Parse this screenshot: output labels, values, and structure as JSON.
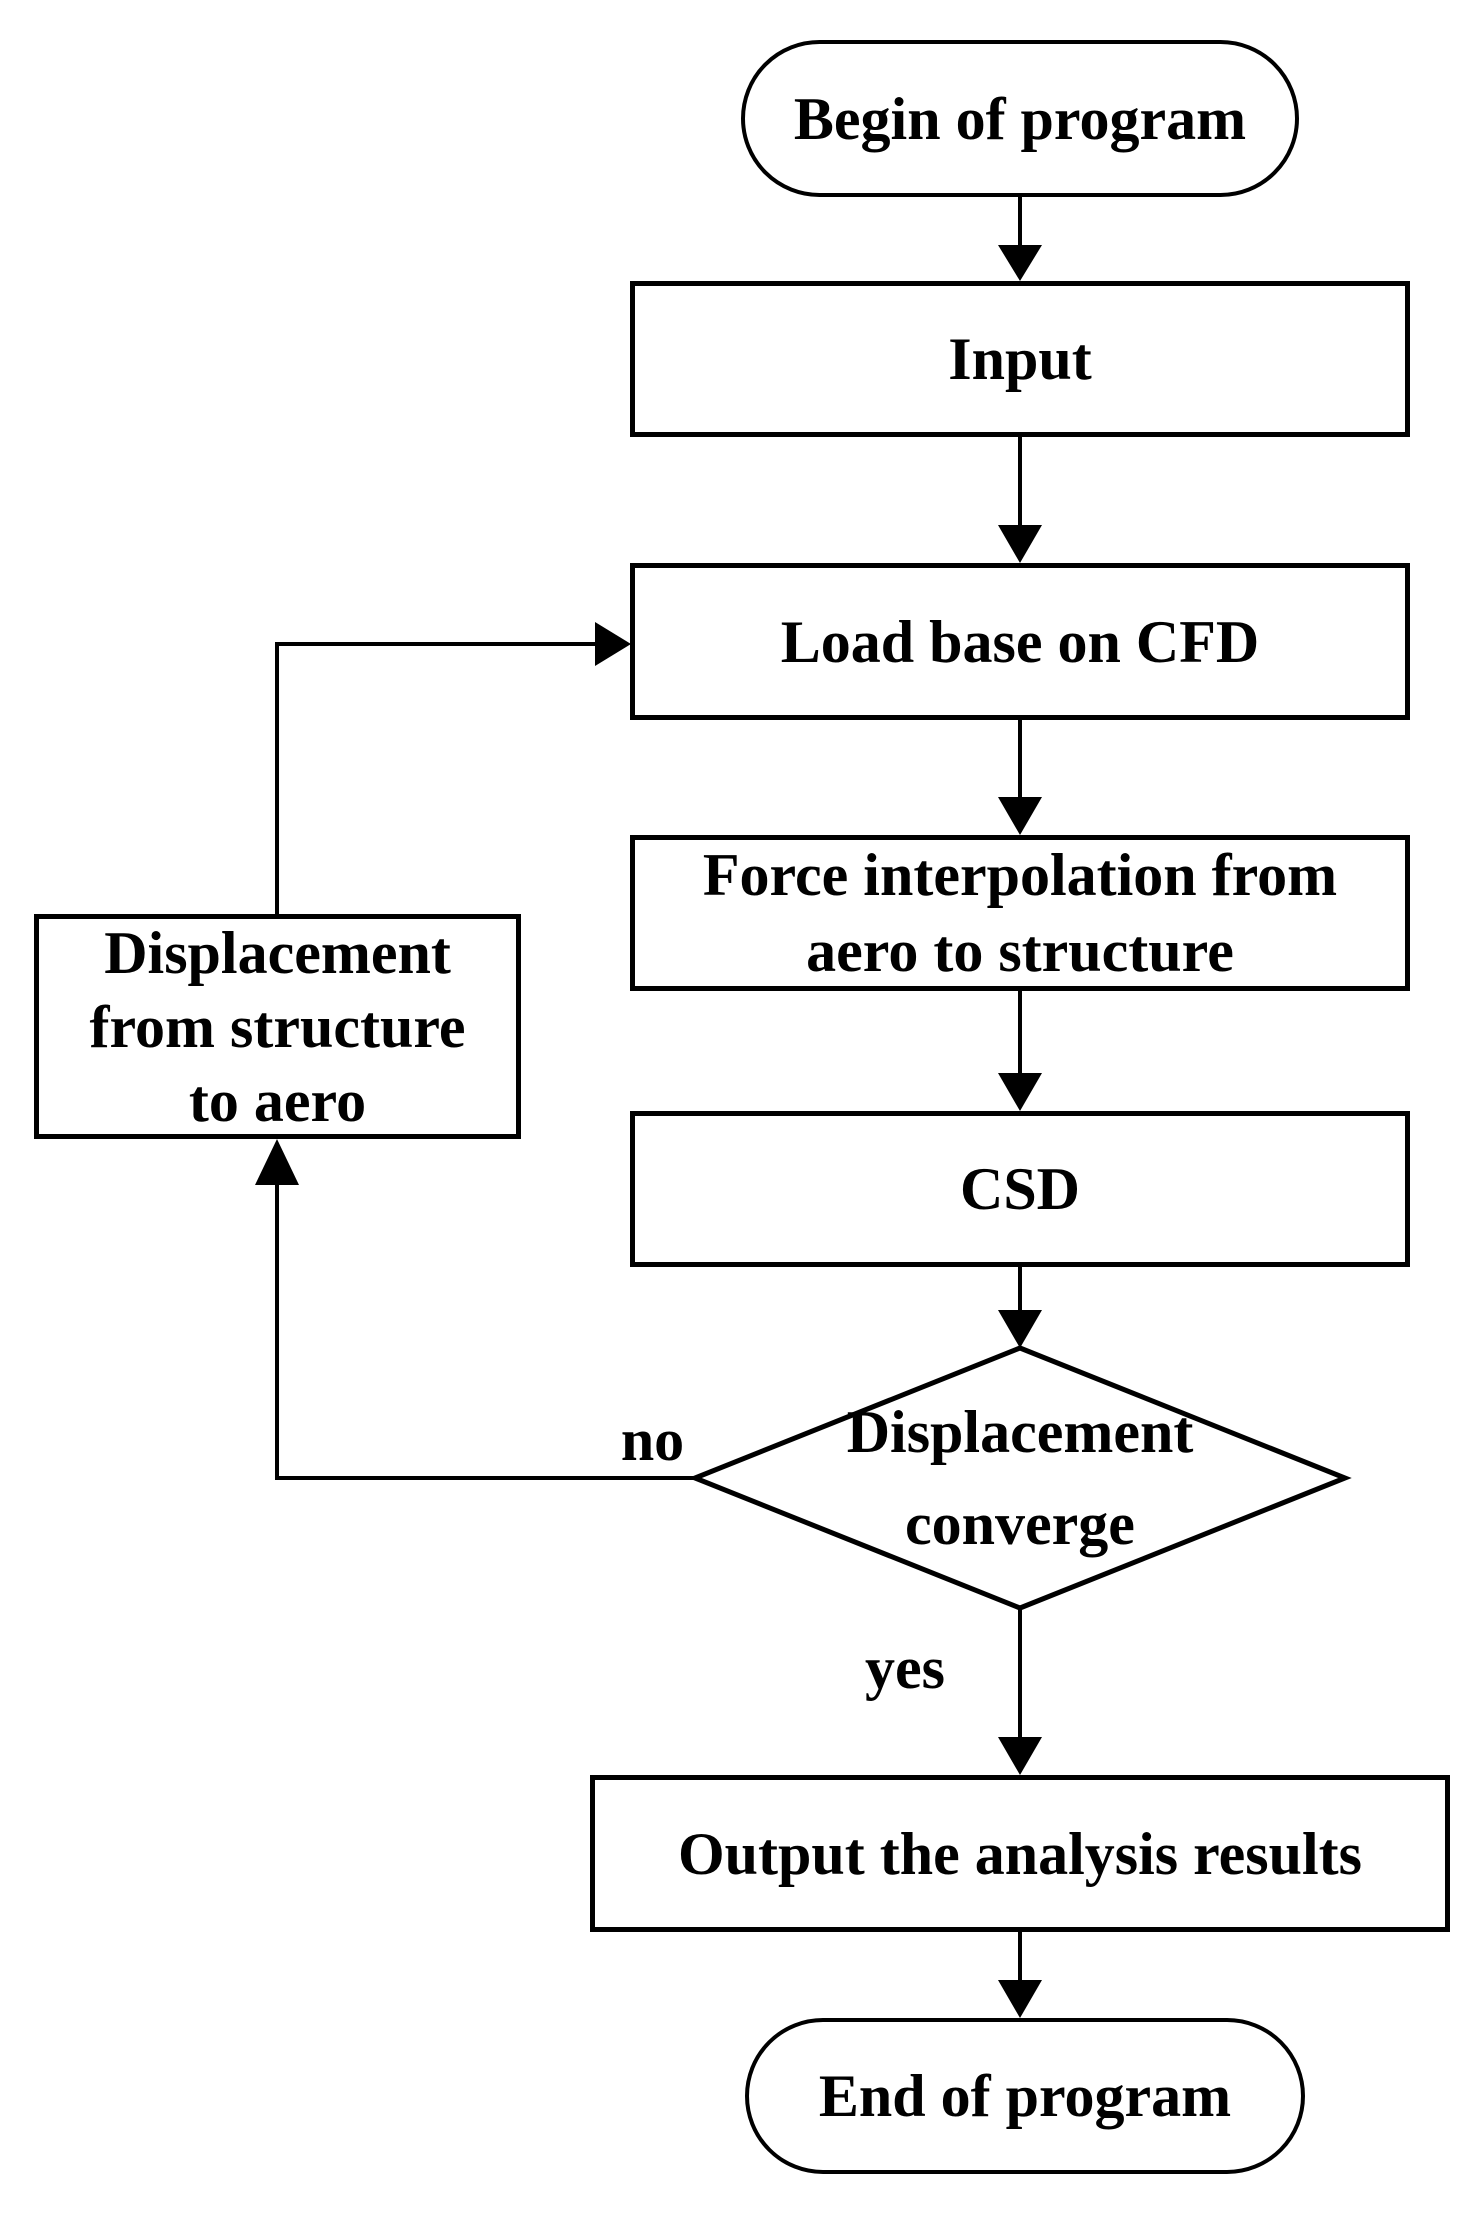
{
  "figure": {
    "type": "flowchart",
    "colors": {
      "background": "#ffffff",
      "stroke": "#000000",
      "text": "#000000",
      "node_fill": "#ffffff"
    },
    "nodes": {
      "begin": {
        "shape": "terminator",
        "label": "Begin of program"
      },
      "input": {
        "shape": "process",
        "label": "Input"
      },
      "load_cfd": {
        "shape": "process",
        "label": "Load base on CFD"
      },
      "force_interp": {
        "shape": "process",
        "lines": [
          "Force interpolation from",
          "aero to structure"
        ]
      },
      "csd": {
        "shape": "process",
        "label": "CSD"
      },
      "converge": {
        "shape": "decision",
        "lines": [
          "Displacement",
          "converge"
        ]
      },
      "disp_transfer": {
        "shape": "process",
        "lines": [
          "Displacement",
          "from structure",
          "to aero"
        ]
      },
      "output": {
        "shape": "process",
        "label": "Output the analysis results"
      },
      "end": {
        "shape": "terminator",
        "label": "End of program"
      }
    },
    "edge_labels": {
      "no": "no",
      "yes": "yes"
    },
    "edges": [
      {
        "from": "begin",
        "to": "input",
        "label": ""
      },
      {
        "from": "input",
        "to": "load_cfd",
        "label": ""
      },
      {
        "from": "load_cfd",
        "to": "force_interp",
        "label": ""
      },
      {
        "from": "force_interp",
        "to": "csd",
        "label": ""
      },
      {
        "from": "csd",
        "to": "converge",
        "label": ""
      },
      {
        "from": "converge",
        "to": "disp_transfer",
        "label": "no"
      },
      {
        "from": "disp_transfer",
        "to": "load_cfd",
        "label": ""
      },
      {
        "from": "converge",
        "to": "output",
        "label": "yes"
      },
      {
        "from": "output",
        "to": "end",
        "label": ""
      }
    ]
  }
}
